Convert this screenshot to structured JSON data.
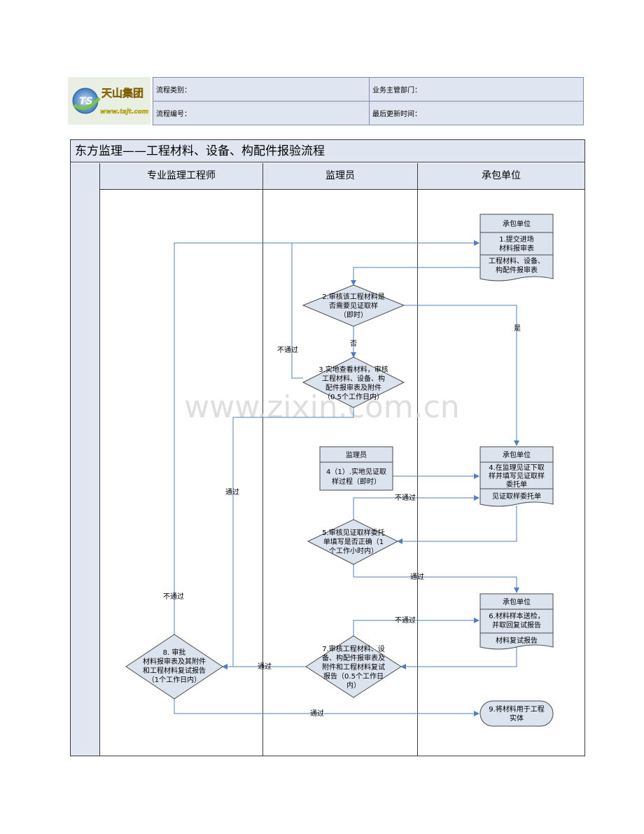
{
  "logo": {
    "brand_text": "天山集团",
    "url_text": "www.tsjt.com",
    "mark": "TS"
  },
  "header": {
    "category_label": "流程类别：",
    "department_label": "业务主管部门：",
    "number_label": "流程编号：",
    "updated_label": "最后更新时间："
  },
  "title": "东方监理——工程材料、设备、构配件报验流程",
  "lanes": [
    "专业监理工程师",
    "监理员",
    "承包单位"
  ],
  "watermark": "www.zixin.com.cn",
  "nodes": {
    "n1": {
      "header": "承包单位",
      "lines": [
        "1.提交进场",
        "材料报审表"
      ],
      "doc": [
        "工程材料、设备、",
        "构配件报审表"
      ]
    },
    "n2": {
      "lines": [
        "2.审核该工程材料是",
        "否需要见证取样",
        "（即时）"
      ]
    },
    "n3": {
      "lines": [
        "3.实地查看材料，审核",
        "工程材料、设备、构",
        "配件报审表及附件",
        "（0.5个工作日内）"
      ]
    },
    "n4a": {
      "header": "监理员",
      "lines": [
        "4（1）.实地见证取",
        "样过程（即时）"
      ]
    },
    "n4b": {
      "header": "承包单位",
      "lines": [
        "4.在监理见证下取",
        "样并填写见证取样",
        "委托单"
      ],
      "doc": [
        "见证取样委托单"
      ]
    },
    "n5": {
      "lines": [
        "5.审核见证取样委托",
        "单填写是否正确（1",
        "个工作小时内）"
      ]
    },
    "n6": {
      "header": "承包单位",
      "lines": [
        "6.材料样本送检，",
        "并取回复试报告"
      ],
      "doc": [
        "材料复试报告"
      ]
    },
    "n7": {
      "lines": [
        "7.审核工程材料、设",
        "备、构配件报审表及",
        "附件和工程材料复试",
        "报告（0.5个工作日",
        "内）"
      ]
    },
    "n8": {
      "lines": [
        "8. 审批",
        "材料报审表及其附件",
        "和工程材料复试报告",
        "（1个工作日内）"
      ]
    },
    "n9": {
      "lines": [
        "9.将材料用于工程",
        "实体"
      ]
    }
  },
  "edge_labels": {
    "yes": "是",
    "no": "否",
    "fail_3": "不通过",
    "pass_3": "通过",
    "fail_5": "不通过",
    "pass_5": "通过",
    "fail_7": "不通过",
    "pass_7": "通过",
    "fail_8": "不通过",
    "pass_8": "通过"
  },
  "colors": {
    "header_fill": "#dfe6f1",
    "node_fill": "#dbe3ef",
    "node_stroke": "#4a4a4a",
    "edge": "#4f81bd",
    "frame": "#3c3c3c"
  }
}
